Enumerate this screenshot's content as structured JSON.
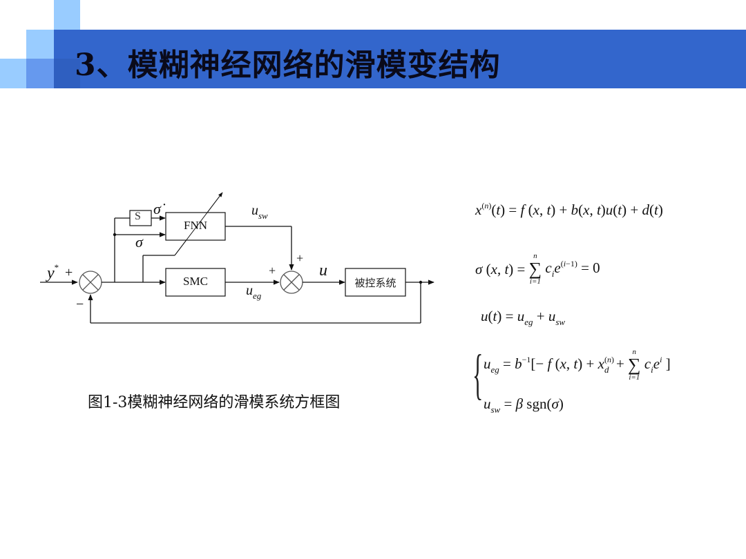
{
  "slide": {
    "title": "3、模糊神经网络的滑模变结构",
    "colors": {
      "banner": "#3366cc",
      "square_light": "#99ccff",
      "square_mid": "#6699ee",
      "square_dark": "#3366cc"
    }
  },
  "diagram": {
    "blocks": {
      "s": "S",
      "fnn": "FNN",
      "smc": "SMC",
      "plant": "被控系统"
    },
    "labels": {
      "input": "y",
      "input_sup": "*",
      "plus_left": "+",
      "minus_left": "−",
      "sigma_dot": "σ̇",
      "sigma": "σ",
      "u_sw": "u",
      "u_sw_sub": "sw",
      "u_eg": "u",
      "u_eg_sub": "eg",
      "plus_top": "+",
      "plus_right": "+",
      "output_u": "u"
    },
    "caption": "图1-3模糊神经网络的滑模系统方框图"
  },
  "equations": {
    "eq1": "x⁽ⁿ⁾(t) = f(x,t) + b(x,t)u(t) + d(t)",
    "eq2": "σ(x,t) = Σ_{i=1}^{n} c_i e^{(i−1)} = 0",
    "eq3": "u(t) = u_eg + u_sw",
    "eq4a": "u_eg = b⁻¹[−f(x,t) + x_d⁽ⁿ⁾ + Σ_{i=1}^{n} c_i e^i]",
    "eq4b": "u_sw = β sgn(σ)"
  }
}
